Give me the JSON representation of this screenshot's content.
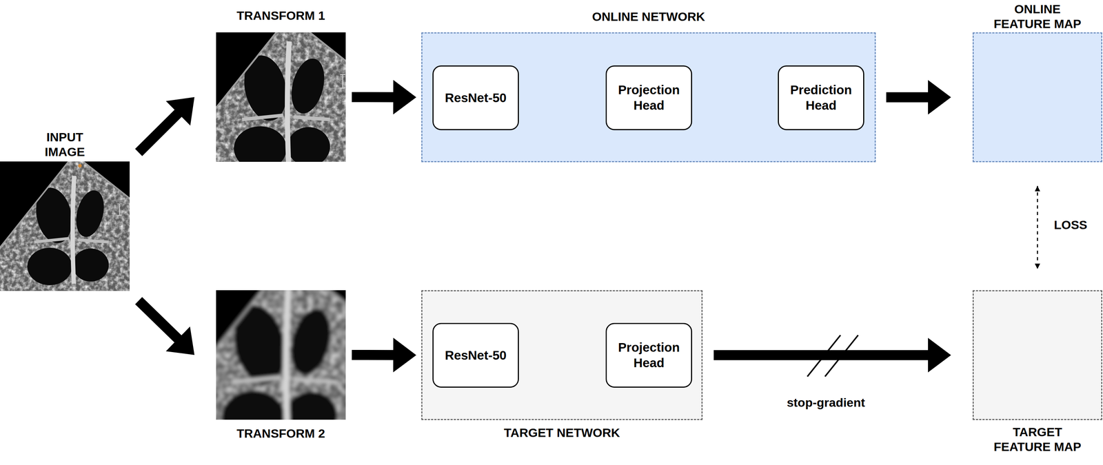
{
  "diagram": {
    "nodes": [
      {
        "text": [
          "INPUT IMAGE"
        ]
      },
      {
        "text": [
          "TRANSFORM 1"
        ]
      },
      {
        "text": [
          "ONLINE NETWORK"
        ]
      },
      {
        "text": [
          "ResNet-50"
        ],
        "in": 2
      },
      {
        "text": [
          "Projection Head"
        ],
        "in": 2
      },
      {
        "text": [
          "Prediction Head"
        ],
        "in": 2
      },
      {
        "text": [
          "ONLINE FEATURE MAP"
        ]
      },
      {
        "text": [
          "TRANSFORM 2"
        ]
      },
      {
        "text": [
          "TARGET NETWORK"
        ]
      },
      {
        "text": [
          "ResNet-50"
        ],
        "in": 8
      },
      {
        "text": [
          "Projection Head"
        ],
        "in": 8
      },
      {
        "text": [
          "TARGET FEATURE MAP"
        ]
      }
    ],
    "edges": [
      {
        "from": 0,
        "to": 1,
        "arrow": "to"
      },
      {
        "from": 0,
        "to": 7,
        "arrow": "to"
      },
      {
        "from": 1,
        "to": 2,
        "arrow": "to"
      },
      {
        "from": 3,
        "to": 4,
        "arrow": "to"
      },
      {
        "from": 4,
        "to": 5,
        "arrow": "to"
      },
      {
        "from": 2,
        "to": 6,
        "arrow": "to"
      },
      {
        "from": 7,
        "to": 8,
        "arrow": "to"
      },
      {
        "from": 9,
        "to": 10,
        "arrow": "to"
      },
      {
        "from": 8,
        "to": 11,
        "label": "stop-gradient",
        "arrow": "to"
      },
      {
        "from": 6,
        "to": 11,
        "label": "LOSS",
        "arrow": "both"
      }
    ]
  }
}
